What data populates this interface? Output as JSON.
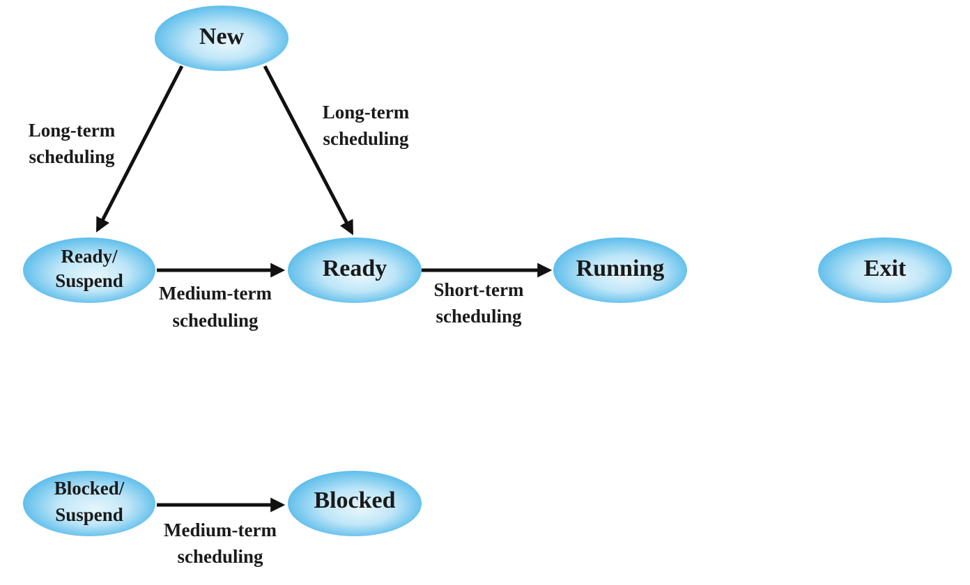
{
  "nodes": {
    "new": {
      "label": "New"
    },
    "ready_suspend": {
      "line1": "Ready/",
      "line2": "Suspend"
    },
    "ready": {
      "label": "Ready"
    },
    "running": {
      "label": "Running"
    },
    "exit": {
      "label": "Exit"
    },
    "blocked_suspend": {
      "line1": "Blocked/",
      "line2": "Suspend"
    },
    "blocked": {
      "label": "Blocked"
    }
  },
  "edges": {
    "new_to_ready_suspend": {
      "line1": "Long-term",
      "line2": "scheduling"
    },
    "new_to_ready": {
      "line1": "Long-term",
      "line2": "scheduling"
    },
    "ready_suspend_to_ready": {
      "line1": "Medium-term",
      "line2": "scheduling"
    },
    "ready_to_running": {
      "line1": "Short-term",
      "line2": "scheduling"
    },
    "blocked_suspend_to_blocked": {
      "line1": "Medium-term",
      "line2": "scheduling"
    }
  },
  "colors": {
    "node_center": "#e6f6fd",
    "node_edge": "#3db0e6",
    "arrow": "#111111"
  }
}
